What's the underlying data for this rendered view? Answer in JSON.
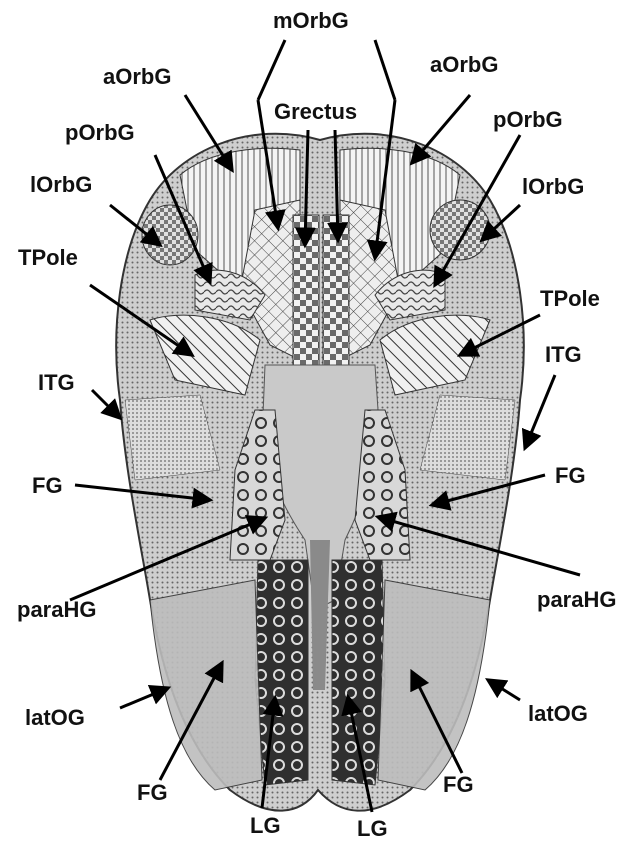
{
  "figure": {
    "labels": {
      "mOrbG": "mOrbG",
      "aOrbG_left": "aOrbG",
      "aOrbG_right": "aOrbG",
      "Grectus": "Grectus",
      "pOrbG_left": "pOrbG",
      "pOrbG_right": "pOrbG",
      "lOrbG_left": "lOrbG",
      "lOrbG_right": "lOrbG",
      "TPole_left": "TPole",
      "TPole_right": "TPole",
      "ITG_left": "ITG",
      "ITG_right": "ITG",
      "FG_mid_left": "FG",
      "FG_mid_right": "FG",
      "paraHG_left": "paraHG",
      "paraHG_right": "paraHG",
      "latOG_left": "latOG",
      "latOG_right": "latOG",
      "FG_bottom_left": "FG",
      "FG_bottom_right": "FG",
      "LG_left": "LG",
      "LG_right": "LG"
    },
    "colors": {
      "ink": "#000000",
      "brain_gray": "#9a9a9a",
      "background": "#ffffff"
    }
  }
}
